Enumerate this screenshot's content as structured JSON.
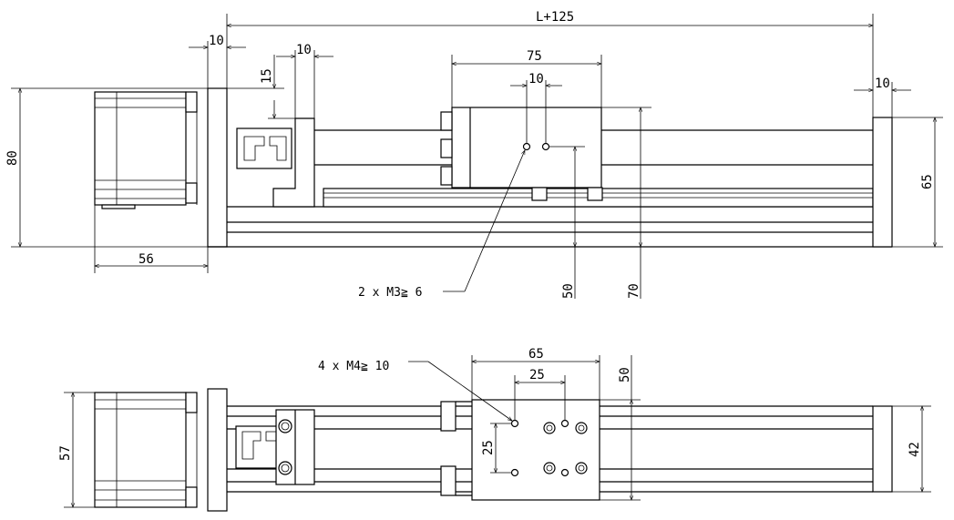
{
  "front_view": {
    "dim_total_length": "L+125",
    "dim_motor_flange_thickness": "10",
    "dim_coupler_block_width": "10",
    "dim_coupler_height_offset": "15",
    "dim_carriage_length": "75",
    "dim_hole_spacing": "10",
    "dim_end_plate_thickness": "10",
    "dim_motor_height": "80",
    "dim_motor_length": "56",
    "dim_end_plate_height": "65",
    "dim_hole_height": "50",
    "dim_carriage_height": "70",
    "callout_holes": "2 x  M3≧ 6"
  },
  "top_view": {
    "dim_carriage_length": "65",
    "dim_hole_spacing_x": "25",
    "dim_carriage_width": "50",
    "dim_hole_spacing_y": "25",
    "dim_motor_width": "57",
    "dim_end_plate_width": "42",
    "callout_holes": "4 x  M4≧ 10"
  }
}
